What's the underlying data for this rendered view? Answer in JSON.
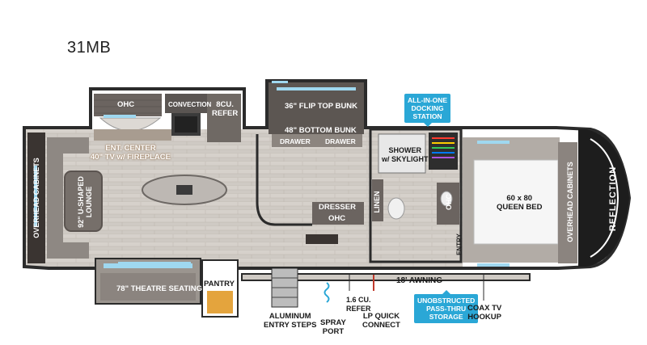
{
  "model": "31MB",
  "brand": "REFLECTION",
  "colors": {
    "accent": "#2aa7d6",
    "floor": "#cfcac4",
    "wall": "#2b2b2b",
    "cabinet": "#6b6460",
    "window": "#9fd8f0"
  },
  "labels": {
    "ohc_top": "OHC",
    "convection": "CONVECTION",
    "refer": "8CU.\nREFER",
    "ent_center": "ENT. CENTER\n40\" TV w/ FIREPLACE",
    "u_lounge": "92\" U-SHAPED\nLOUNGE",
    "overhead_left": "OVERHEAD CABINETS",
    "theatre": "78\" THEATRE SEATING",
    "pantry": "PANTRY",
    "flip_bunk": "36\" FLIP TOP BUNK",
    "bottom_bunk": "48\" BOTTOM BUNK",
    "drawer_left": "DRAWER",
    "drawer_right": "DRAWER",
    "dresser": "DRESSER",
    "ohc_mid": "OHC",
    "linen": "LINEN",
    "shower": "SHOWER\nw/ SKYLIGHT",
    "ohc_bath": "OHC",
    "bed": "60 x 80\nQUEEN BED",
    "overhead_right": "OVERHEAD CABINETS",
    "entry": "ENTRY",
    "awning": "18' AWNING",
    "docking": "ALL-IN-ONE\nDOCKING\nSTATION",
    "pass_thru": "UNOBSTRUCTED\nPASS-THRU\nSTORAGE",
    "steps": "ALUMINUM\nENTRY STEPS",
    "spray": "SPRAY\nPORT",
    "refer_small": "1.6 CU.\nREFER",
    "lp": "LP QUICK\nCONNECT",
    "coax": "COAX TV\nHOOKUP"
  }
}
